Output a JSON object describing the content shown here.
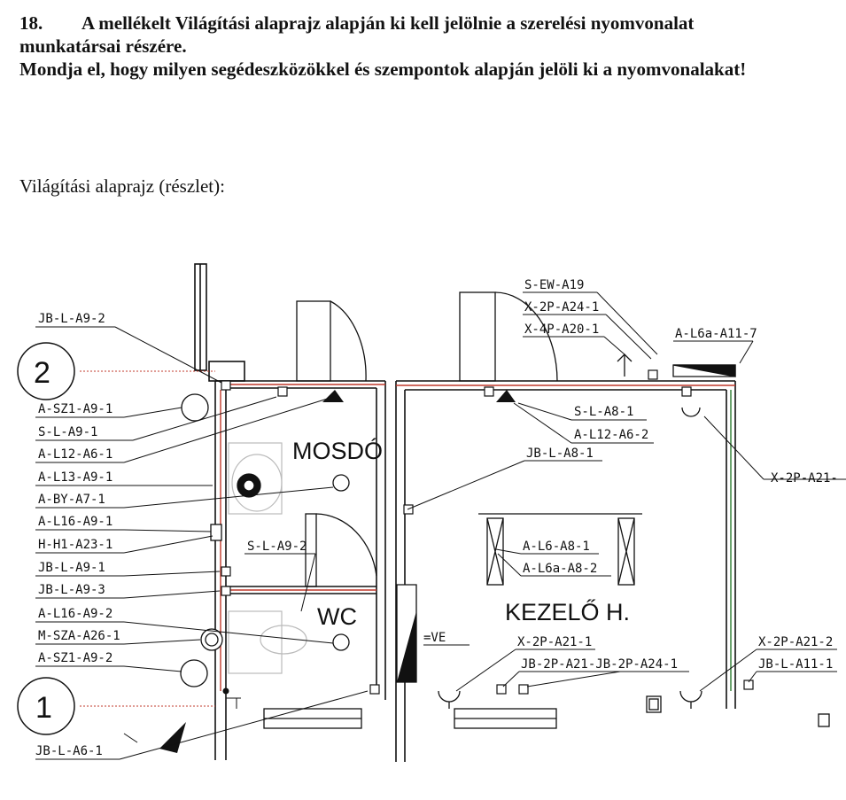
{
  "question": {
    "number": "18.",
    "line1": "A mellékelt Világítási alaprajz alapján ki kell jelölnie a szerelési nyomvonalat",
    "line2": "munkatársai részére.",
    "line3": "Mondja el, hogy milyen segédeszközökkel és szempontok alapján jelöli ki a nyomvonalakat!"
  },
  "subtitle": "Világítási alaprajz (részlet):",
  "plan": {
    "rooms": {
      "mosdo": "MOSDÓ",
      "wc": "WC",
      "kezelo": "KEZELŐ H."
    },
    "axis_markers": {
      "a": "2",
      "b": "1"
    },
    "labels_left": {
      "l1": "JB-L-A9-2",
      "l2": "A-SZ1-A9-1",
      "l3": "S-L-A9-1",
      "l4": "A-L12-A6-1",
      "l5": "A-L13-A9-1",
      "l6": "A-BY-A7-1",
      "l7": "A-L16-A9-1",
      "l8": "H-H1-A23-1",
      "l9": "JB-L-A9-1",
      "l10": "JB-L-A9-3",
      "l11": "A-L16-A9-2",
      "l12": "M-SZA-A26-1",
      "l13": "A-SZ1-A9-2",
      "l14": "JB-L-A6-1"
    },
    "labels_mid": {
      "sla92": "S-L-A9-2",
      "ve": "=VE",
      "jbla81": "JB-L-A8-1",
      "al681": "A-L6-A8-1",
      "al6a82": "A-L6a-A8-2",
      "x2pa211": "X-2P-A21-1",
      "jb2p": "JB-2P-A21-JB-2P-A24-1"
    },
    "labels_top": {
      "sewa19": "S-EW-A19",
      "x2pa241": "X-2P-A24-1",
      "x4pa201": "X-4P-A20-1",
      "al6a117": "A-L6a-A11-7",
      "sla81": "S-L-A8-1",
      "al12a62": "A-L12-A6-2"
    },
    "labels_right": {
      "x2pa21": "X-2P-A21-",
      "x2pa212": "X-2P-A21-2",
      "jbla111": "JB-L-A11-1"
    }
  }
}
